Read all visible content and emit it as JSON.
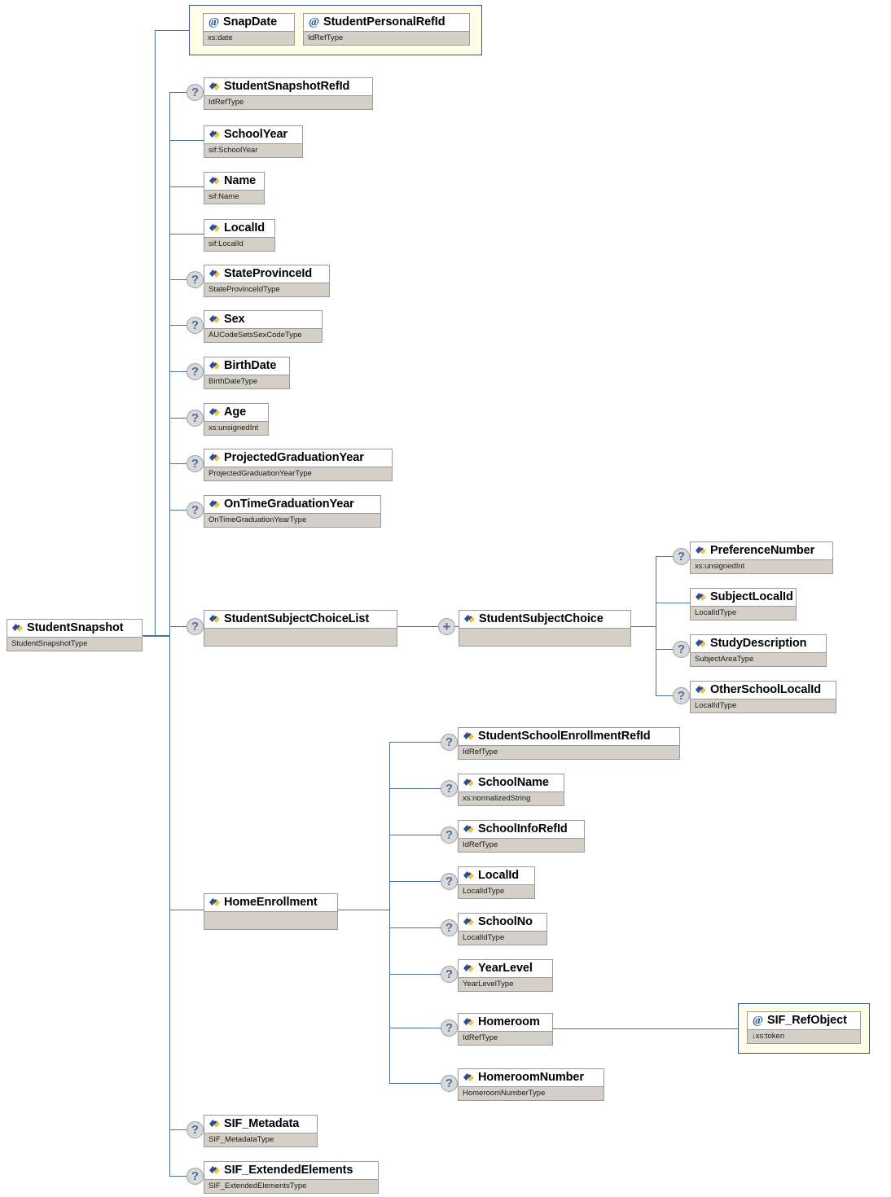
{
  "diagram": {
    "kind": "xml-schema-tree",
    "root": {
      "name": "StudentSnapshot",
      "type": "StudentSnapshotType",
      "glyph": "element-icon",
      "occurrence": ""
    },
    "attribute_group": {
      "glyph": "attribute-icon",
      "items": [
        {
          "name": "SnapDate",
          "type": "xs:date"
        },
        {
          "name": "StudentPersonalRefId",
          "type": "IdRefType"
        }
      ]
    },
    "children": [
      {
        "name": "StudentSnapshotRefId",
        "type": "IdRefType",
        "occurrence": "?"
      },
      {
        "name": "SchoolYear",
        "type": "sif:SchoolYear",
        "occurrence": ""
      },
      {
        "name": "Name",
        "type": "sif:Name",
        "occurrence": ""
      },
      {
        "name": "LocalId",
        "type": "sif:LocalId",
        "occurrence": ""
      },
      {
        "name": "StateProvinceId",
        "type": "StateProvinceIdType",
        "occurrence": "?"
      },
      {
        "name": "Sex",
        "type": "AUCodeSetsSexCodeType",
        "occurrence": "?"
      },
      {
        "name": "BirthDate",
        "type": "BirthDateType",
        "occurrence": "?"
      },
      {
        "name": "Age",
        "type": "xs:unsignedInt",
        "occurrence": "?"
      },
      {
        "name": "ProjectedGraduationYear",
        "type": "ProjectedGraduationYearType",
        "occurrence": "?"
      },
      {
        "name": "OnTimeGraduationYear",
        "type": "OnTimeGraduationYearType",
        "occurrence": "?"
      },
      {
        "name": "StudentSubjectChoiceList",
        "type": "",
        "occurrence": "?"
      },
      {
        "name": "HomeEnrollment",
        "type": "",
        "occurrence": ""
      },
      {
        "name": "SIF_Metadata",
        "type": "SIF_MetadataType",
        "occurrence": "?"
      },
      {
        "name": "SIF_ExtendedElements",
        "type": "SIF_ExtendedElementsType",
        "occurrence": "?"
      }
    ],
    "subject_choice": {
      "node": {
        "name": "StudentSubjectChoice",
        "type": "",
        "occurrence": "+"
      },
      "children": [
        {
          "name": "PreferenceNumber",
          "type": "xs:unsignedInt",
          "occurrence": "?"
        },
        {
          "name": "SubjectLocalId",
          "type": "LocalIdType",
          "occurrence": ""
        },
        {
          "name": "StudyDescription",
          "type": "SubjectAreaType",
          "occurrence": "?"
        },
        {
          "name": "OtherSchoolLocalId",
          "type": "LocalIdType",
          "occurrence": "?"
        }
      ]
    },
    "home_enrollment": {
      "children": [
        {
          "name": "StudentSchoolEnrollmentRefId",
          "type": "IdRefType",
          "occurrence": "?"
        },
        {
          "name": "SchoolName",
          "type": "xs:normalizedString",
          "occurrence": "?"
        },
        {
          "name": "SchoolInfoRefId",
          "type": "IdRefType",
          "occurrence": "?"
        },
        {
          "name": "LocalId",
          "type": "LocalIdType",
          "occurrence": "?"
        },
        {
          "name": "SchoolNo",
          "type": "LocalIdType",
          "occurrence": "?"
        },
        {
          "name": "YearLevel",
          "type": "YearLevelType",
          "occurrence": "?"
        },
        {
          "name": "Homeroom",
          "type": "IdRefType",
          "occurrence": "?"
        },
        {
          "name": "HomeroomNumber",
          "type": "HomeroomNumberType",
          "occurrence": "?"
        }
      ]
    },
    "homeroom_attribute": {
      "glyph": "attribute-icon",
      "item": {
        "name": "SIF_RefObject",
        "type": "↓xs:token"
      }
    },
    "colors": {
      "connector": "#4a6f9c",
      "box_border": "#9a9a9a",
      "type_bar": "#d4d0c8",
      "attr_group_fill": "#fdfde8",
      "attr_group_border": "#36558f",
      "marker_fill": "#d9d9d9",
      "marker_glyph": "#4a6f9c",
      "attr_icon": "#1f4e9c",
      "elem_icon_blue": "#2a4a9c",
      "elem_icon_gold": "#f2c33c"
    }
  }
}
